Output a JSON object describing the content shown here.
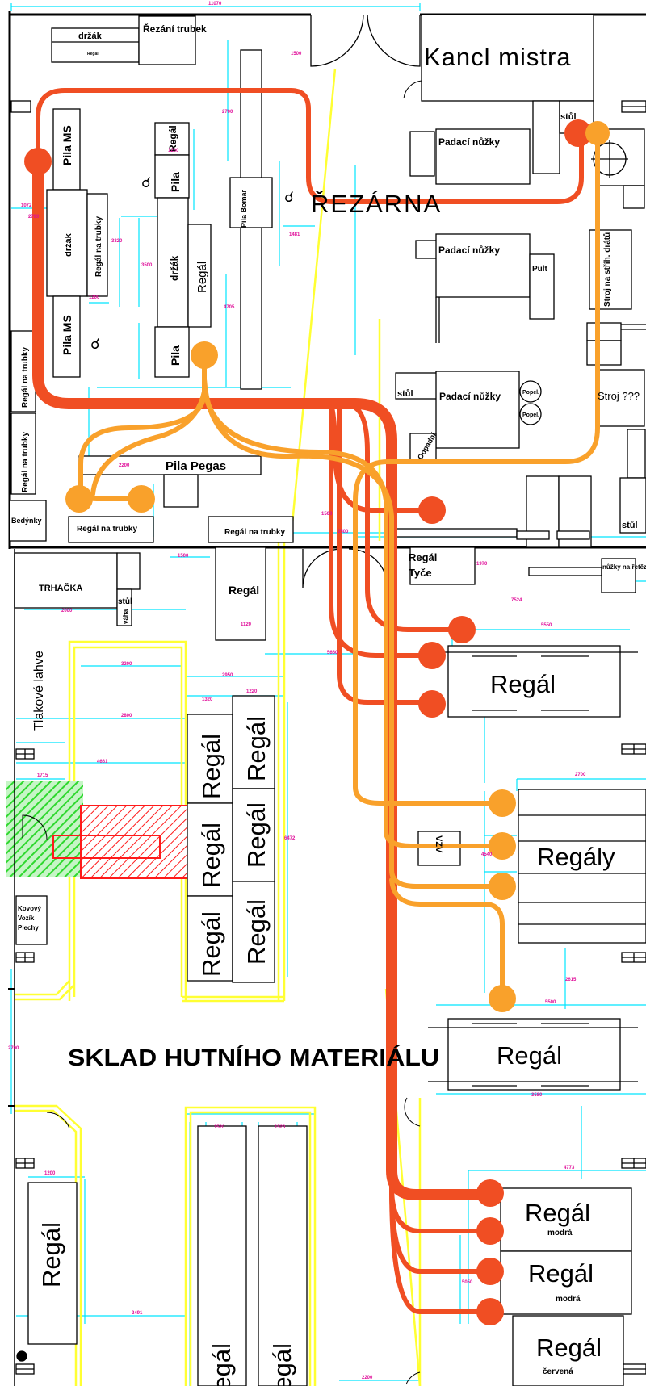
{
  "labels": {
    "drzok1": "držák",
    "regal_small": "Regál",
    "rezani_trubek": "Řezání trubek",
    "kancl_mistra": "Kancl mistra",
    "stul": "stůl",
    "pila_ms": "Pila MS",
    "pila_ms2": "Pila MS",
    "drzak_left": "držák",
    "regal_na_trubky_v": "Regál na trubky",
    "regal_c1": "Regál",
    "pila_c1": "Pila",
    "drzak_c": "držák",
    "regal_c2": "Regál",
    "pila_c2": "Pila",
    "pila_bomar": "Pila Bomar",
    "rezarna": "ŘEZÁRNA",
    "padaci_nuzky1": "Padací nůžky",
    "padaci_nuzky2": "Padací nůžky",
    "padaci_nuzky3": "Padací nůžky",
    "pult": "Pult",
    "stroj_strih": "Stroj na stříh. drátů",
    "stroj_qqq": "Stroj ???",
    "regal_na_trubky_l1": "Regál na trubky",
    "regal_na_trubky_l2": "Regál na trubky",
    "bednky": "Bedýnky",
    "pila_pegas": "Pila Pegas",
    "regal_na_trubky_b1": "Regál na trubky",
    "regal_na_trubky_b2": "Regál na trubky",
    "stul2": "stůl",
    "stul3": "stůl",
    "odpadni": "Odpadní",
    "popel1": "Popel.",
    "popel2": "Popel.",
    "regal_tyce": "Regál Tyče",
    "nuzky_retezy": "nůžky na řetězy",
    "trhacka": "TRHAČKA",
    "stul4": "stůl",
    "vaha": "váha",
    "regal_mid": "Regál",
    "tlakove_lahve": "Tlakové lahve",
    "regal_v1": "Regál",
    "regal_v2": "Regál",
    "regal_v3": "Regál",
    "regal_v4": "Regál",
    "regal_v5": "Regál",
    "regal_v6": "Regál",
    "regal_big1": "Regál",
    "regaly": "Regály",
    "vzv": "VZV",
    "kovovy_vozik": "Kovový Vozík Plechy",
    "regal_big2": "Regál",
    "sklad": "SKLAD HUTNÍHO MATERIÁLU",
    "regal_bl": "Regál",
    "regal_b1": "Regál",
    "regal_b2": "Regál",
    "regal_modra1": "Regál",
    "modra1": "modrá",
    "regal_modra2": "Regál",
    "modra2": "modrá",
    "regal_cervena": "Regál",
    "cervena": "červená"
  },
  "dims": {
    "d1": "11070",
    "d2": "2700",
    "d3": "1500",
    "d4": "1200",
    "d5": "3320",
    "d6": "3500",
    "d7": "2700",
    "d8": "1200",
    "d9": "4705",
    "d10": "1481",
    "d11": "2200",
    "d12": "1500",
    "d13": "2500",
    "d14": "1500",
    "d15": "1970",
    "d16": "7524",
    "d17": "5550",
    "d18": "2000",
    "d19": "1120",
    "d20": "3200",
    "d21": "2800",
    "d22": "4661",
    "d23": "1715",
    "d24": "1220",
    "d25": "1320",
    "d26": "2950",
    "d27": "2700",
    "d28": "6472",
    "d29": "5660",
    "d30": "4540",
    "d31": "2615",
    "d32": "5500",
    "d33": "3580",
    "d34": "4773",
    "d35": "5050",
    "d36": "2491",
    "d37": "2200",
    "d38": "1520",
    "d39": "1520",
    "d40": "1200",
    "d41": "2700",
    "d42": "1072"
  },
  "colors": {
    "red_route": "#f04e23",
    "orange_route": "#f9a12b",
    "dim_line": "#00e5ff",
    "dim_text": "#e0109a",
    "aisle": "#ffff33",
    "green_zone": "#2fd82f",
    "red_zone": "#ff1a1a",
    "wall": "#000000"
  }
}
